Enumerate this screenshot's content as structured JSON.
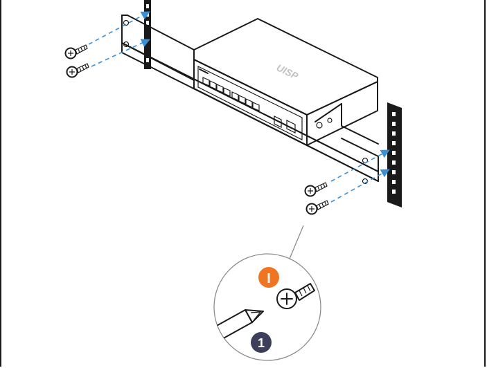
{
  "brand_mark": "UISP",
  "steps": [
    {
      "label": "I",
      "color": "#f07522"
    },
    {
      "label": "1",
      "color": "#3d3f5a"
    }
  ],
  "colors": {
    "line": "#1a1a1a",
    "guide_arrow": "#3b8fd6",
    "rack_rail": "#1a1a1a",
    "device_shade": "#e9e9e9"
  },
  "icons": [
    "screw-icon",
    "screwdriver-icon",
    "rack-rail",
    "rack-ear-bracket",
    "network-switch"
  ]
}
